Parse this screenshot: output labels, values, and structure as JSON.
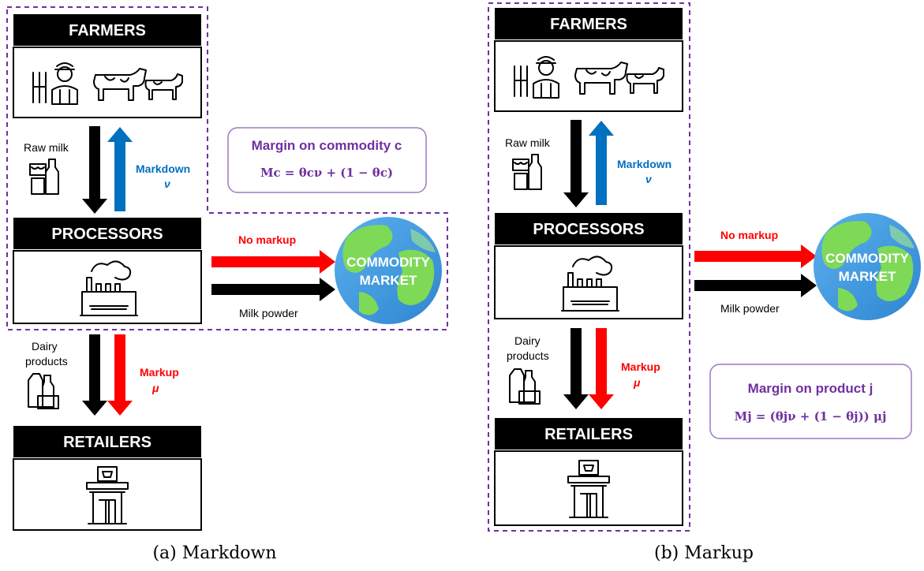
{
  "panel_a": {
    "caption": "(a) Markdown",
    "farmers": "FARMERS",
    "processors": "PROCESSORS",
    "retailers": "RETAILERS",
    "raw_milk": "Raw milk",
    "markdown": "Markdown",
    "markdown_sym": "ν",
    "no_markup": "No markup",
    "milk_powder": "Milk powder",
    "commodity_market_1": "COMMODITY",
    "commodity_market_2": "MARKET",
    "dairy_1": "Dairy",
    "dairy_2": "products",
    "markup": "Markup",
    "markup_sym": "μ",
    "margin_title": "Margin on commodity c",
    "margin_formula": "Mc = θcν + (1 − θc)"
  },
  "panel_b": {
    "caption": "(b) Markup",
    "farmers": "FARMERS",
    "processors": "PROCESSORS",
    "retailers": "RETAILERS",
    "raw_milk": "Raw milk",
    "markdown": "Markdown",
    "markdown_sym": "ν",
    "no_markup": "No markup",
    "milk_powder": "Milk powder",
    "commodity_market_1": "COMMODITY",
    "commodity_market_2": "MARKET",
    "dairy_1": "Dairy",
    "dairy_2": "products",
    "markup": "Markup",
    "markup_sym": "μ",
    "margin_title": "Margin on product j",
    "margin_formula": "Mj = (θjν + (1 − θj)) μj"
  },
  "colors": {
    "purple": "#7030A0",
    "blue": "#0070C0",
    "red": "#FF0000",
    "black": "#000000",
    "globe_ocean": "#4A9FE0",
    "globe_land": "#7ED957"
  }
}
